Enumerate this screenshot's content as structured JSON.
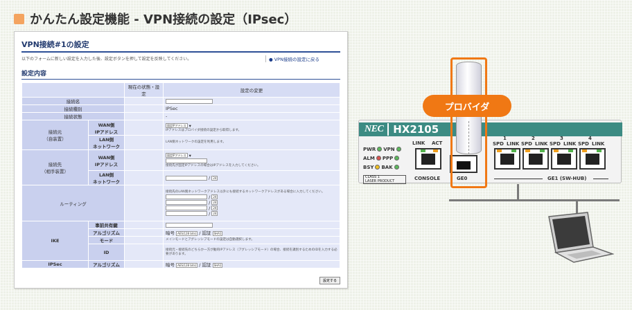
{
  "page": {
    "title": "かんたん設定機能 - VPN接続の設定（IPsec）"
  },
  "form": {
    "title": "VPN接続#1の設定",
    "description": "以下のフォームに新しい設定を入力した後、設定ボタンを押して設定を反映してください。",
    "back_link": "● VPN接続の設定に戻る",
    "section": "設定内容",
    "col_current": "現在の状態・設定",
    "col_change": "設定の変更",
    "rows": {
      "name": "接続名",
      "type": "接続種別",
      "type_value": "IPSec",
      "status": "接続状態",
      "status_value": "-",
      "src": "接続元\n（自装置）",
      "src_wan": "WAN側\nIPアドレス",
      "src_wan_select": "固定IPアドレス",
      "src_wan_note": "IPアドレスはプロバイダ接続の設定から取得します。",
      "src_lan": "LAN側\nネットワーク",
      "src_lan_note": "LAN側ネットワークの設定を利用します。",
      "dst": "接続先\n（相手装置）",
      "dst_wan": "WAN側\nIPアドレス",
      "dst_wan_select": "固定IPアドレス",
      "dst_wan_note": "接続先が固定IPアドレスの場合はIPアドレスを入力してください。",
      "dst_lan": "LAN側\nネットワーク",
      "prefix": "24",
      "routing": "ルーティング",
      "routing_note": "接続先のLAN側ネットワークアドレス以外にも接続するネットワークアドレスがある場合に入力してください。",
      "ike": "IKE",
      "psk": "事前共有鍵",
      "algo": "アルゴリズム",
      "algo_enc_label": "暗号",
      "algo_enc": "AES(128 bits)",
      "algo_auth_label": "/ 認証",
      "algo_auth": "SHA1",
      "mode": "モード",
      "mode_note": "メインモードとアグレッシブモードの設定は自動選択します。",
      "id": "ID",
      "id_note": "接続元・接続先のどちらか一方が動的IPアドレス（アグレッシブモード）の場合、接続を識別するためのIDを入力する必要があります。",
      "ipsec": "IPSec",
      "ipsec_algo": "アルゴリズム"
    },
    "submit": "設定する"
  },
  "router": {
    "brand": "NEC",
    "model": "HX2105",
    "leds": [
      "PWR",
      "VPN",
      "ALM",
      "PPP",
      "BSY",
      "BAK"
    ],
    "class_label": "CLASS 1\nLASER PRODUCT",
    "console_link": "LINK",
    "console_act": "ACT",
    "console": "CONSOLE",
    "ge0": "GE0",
    "hub_numbers": [
      "1",
      "2",
      "3",
      "4"
    ],
    "spd": "SPD",
    "link": "LINK",
    "ge1": "GE1 (SW-HUB)"
  },
  "provider": "プロバイダ",
  "colors": {
    "accent": "#f07814",
    "router_band": "#3c8b83",
    "form_header": "#2d4f96"
  }
}
